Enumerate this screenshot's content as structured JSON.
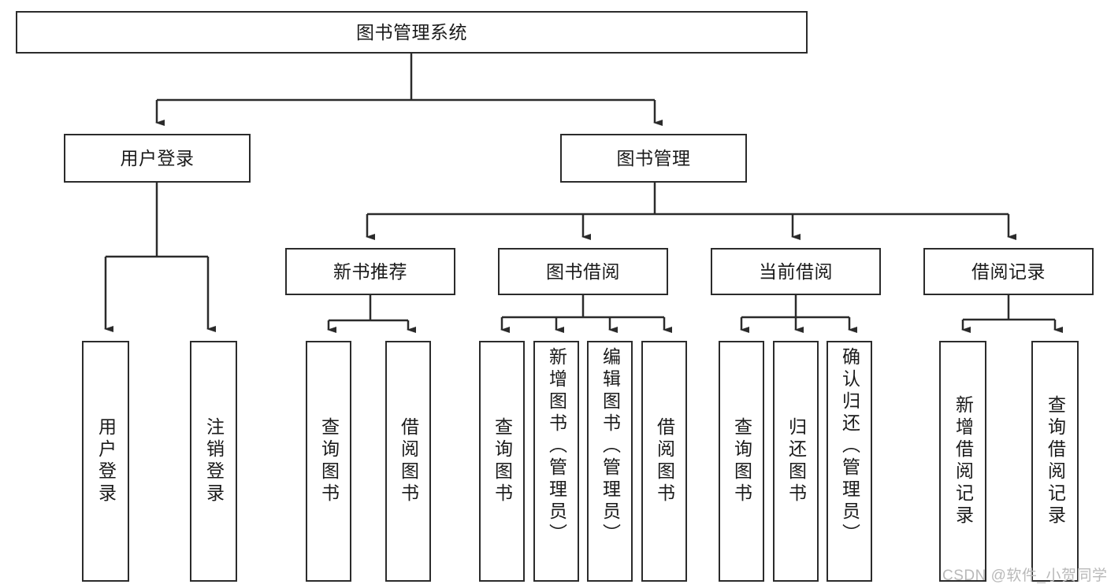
{
  "diagram": {
    "type": "tree-hierarchy",
    "title": "图书管理系统",
    "root": {
      "label": "图书管理系统"
    },
    "level2": [
      {
        "label": "用户登录"
      },
      {
        "label": "图书管理"
      }
    ],
    "level3": [
      {
        "label": "新书推荐"
      },
      {
        "label": "图书借阅"
      },
      {
        "label": "当前借阅"
      },
      {
        "label": "借阅记录"
      }
    ],
    "leaves": [
      {
        "label": "用户登录"
      },
      {
        "label": "注销登录"
      },
      {
        "label": "查询图书"
      },
      {
        "label": "借阅图书"
      },
      {
        "label": "查询图书"
      },
      {
        "label": "新增图书（管理员）"
      },
      {
        "label": "编辑图书（管理员）"
      },
      {
        "label": "借阅图书"
      },
      {
        "label": "查询图书"
      },
      {
        "label": "归还图书"
      },
      {
        "label": "确认归还（管理员）"
      },
      {
        "label": "新增借阅记录"
      },
      {
        "label": "查询借阅记录"
      }
    ],
    "colors": {
      "stroke": "#2b2b2b",
      "fill": "#ffffff",
      "text": "#1a1a1a",
      "watermark": "#b9b9b9"
    }
  },
  "watermark": {
    "text": "CSDN @软件_小贺同学"
  }
}
